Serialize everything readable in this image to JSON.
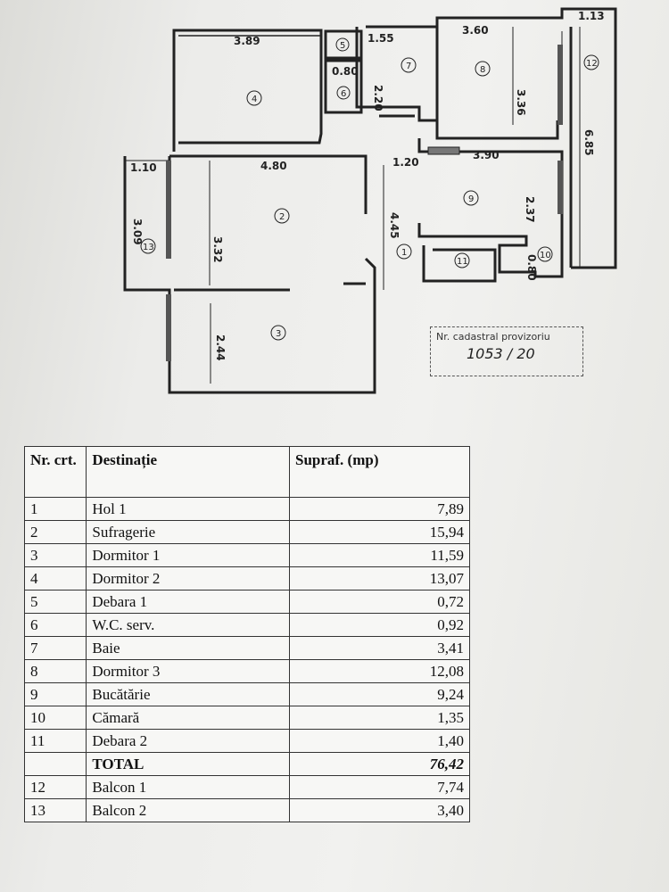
{
  "plan": {
    "dimensions": [
      "3.89",
      "1.55",
      "3.60",
      "1.13",
      "0.80",
      "2.20",
      "3.36",
      "6.85",
      "1.10",
      "4.80",
      "1.20",
      "3.90",
      "3.09",
      "3.32",
      "4.45",
      "2.37",
      "0.80",
      "2.44"
    ],
    "room_numbers": [
      "1",
      "2",
      "3",
      "4",
      "5",
      "6",
      "7",
      "8",
      "9",
      "10",
      "11",
      "12",
      "13"
    ],
    "cadastral_label": "Nr. cadastral provizoriu",
    "cadastral_value": "1053 / 20"
  },
  "table": {
    "headers": {
      "nr": "Nr. crt.",
      "destinatie": "Destinație",
      "supraf": "Supraf. (mp)"
    },
    "rows": [
      {
        "nr": "1",
        "name": "Hol 1",
        "area": "7,89"
      },
      {
        "nr": "2",
        "name": "Sufragerie",
        "area": "15,94"
      },
      {
        "nr": "3",
        "name": "Dormitor 1",
        "area": "11,59"
      },
      {
        "nr": "4",
        "name": "Dormitor 2",
        "area": "13,07"
      },
      {
        "nr": "5",
        "name": "Debara 1",
        "area": "0,72"
      },
      {
        "nr": "6",
        "name": "W.C. serv.",
        "area": "0,92"
      },
      {
        "nr": "7",
        "name": "Baie",
        "area": "3,41"
      },
      {
        "nr": "8",
        "name": "Dormitor 3",
        "area": "12,08"
      },
      {
        "nr": "9",
        "name": "Bucătărie",
        "area": "9,24"
      },
      {
        "nr": "10",
        "name": "Cămară",
        "area": "1,35"
      },
      {
        "nr": "11",
        "name": "Debara 2",
        "area": "1,40"
      },
      {
        "nr": "",
        "name": "TOTAL",
        "area": "76,42"
      },
      {
        "nr": "12",
        "name": "Balcon 1",
        "area": "7,74"
      },
      {
        "nr": "13",
        "name": "Balcon 2",
        "area": "3,40"
      }
    ]
  }
}
